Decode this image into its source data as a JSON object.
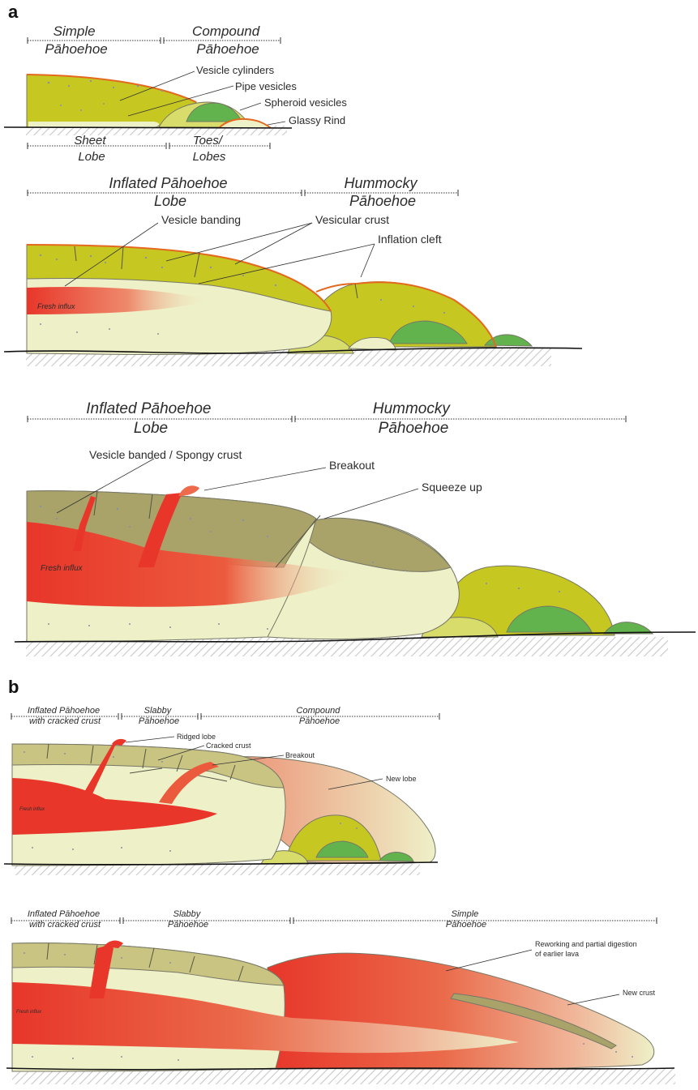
{
  "panels": {
    "a": "a",
    "b": "b"
  },
  "sketch1": {
    "spans_top": [
      "Simple\nPāhoehoe",
      "Compound\nPāhoehoe"
    ],
    "spans_bottom": [
      "Sheet\nLobe",
      "Toes/\nLobes"
    ],
    "callouts": [
      "Vesicle cylinders",
      "Pipe vesicles",
      "Spheroid vesicles",
      "Glassy Rind"
    ]
  },
  "sketch2": {
    "spans": [
      "Inflated Pāhoehoe\nLobe",
      "Hummocky\nPāhoehoe"
    ],
    "callouts": [
      "Vesicle banding",
      "Vesicular crust",
      "Inflation cleft"
    ],
    "core_label": "Fresh influx"
  },
  "sketch3": {
    "spans": [
      "Inflated Pāhoehoe\nLobe",
      "Hummocky\nPāhoehoe"
    ],
    "callouts": [
      "Vesicle banded / Spongy crust",
      "Breakout",
      "Squeeze up"
    ],
    "core_label": "Fresh influx"
  },
  "sketch4": {
    "spans": [
      "Inflated Pāhoehoe\nwith cracked crust",
      "Slabby\nPāhoehoe",
      "Compound\nPāhoehoe"
    ],
    "callouts": [
      "Ridged lobe",
      "Cracked crust",
      "Breakout",
      "New lobe"
    ],
    "core_label": "Fresh influx"
  },
  "sketch5": {
    "spans": [
      "Inflated Pāhoehoe\nwith cracked crust",
      "Slabby\nPāhoehoe",
      "Simple\nPāhoehoe"
    ],
    "callouts": [
      "Reworking and partial digestion\nof earlier lava",
      "New crust"
    ],
    "core_label": "Fresh influx"
  },
  "colors": {
    "crust": "#c9c482",
    "crust_dark": "#a9a36a",
    "core": "#eef0c8",
    "fresh_lava": "#e8362a",
    "toe_yellow": "#c6c821",
    "toe_green": "#62b34e",
    "glassy_rind": "#e4691f",
    "vesicle": "#8d8fa8"
  }
}
